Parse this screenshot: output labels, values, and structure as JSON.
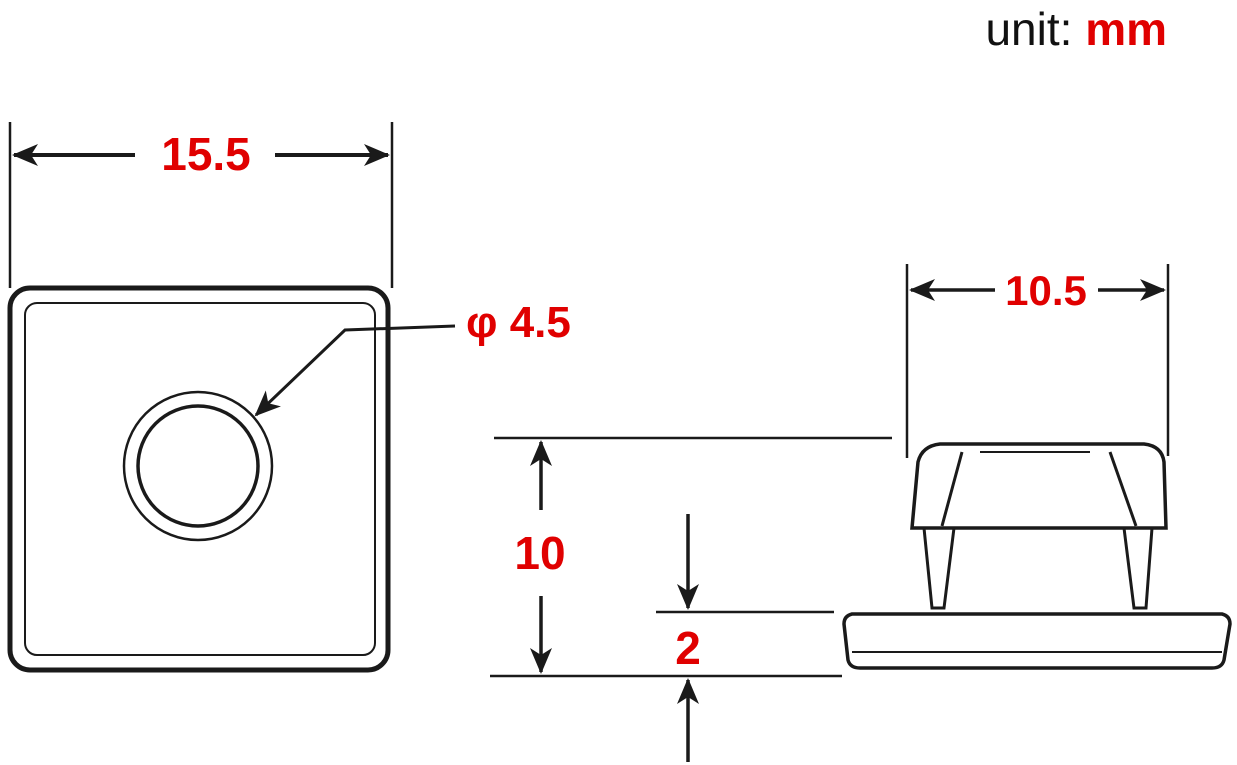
{
  "unit": {
    "label": "unit: ",
    "value": "mm"
  },
  "dimensions": {
    "width_top": "15.5",
    "hole_diameter": "φ 4.5",
    "width_side": "10.5",
    "height_total": "10",
    "base_thickness": "2"
  },
  "colors": {
    "dimension_text": "#e00000",
    "line": "#1a1a1a",
    "text": "#111111"
  }
}
